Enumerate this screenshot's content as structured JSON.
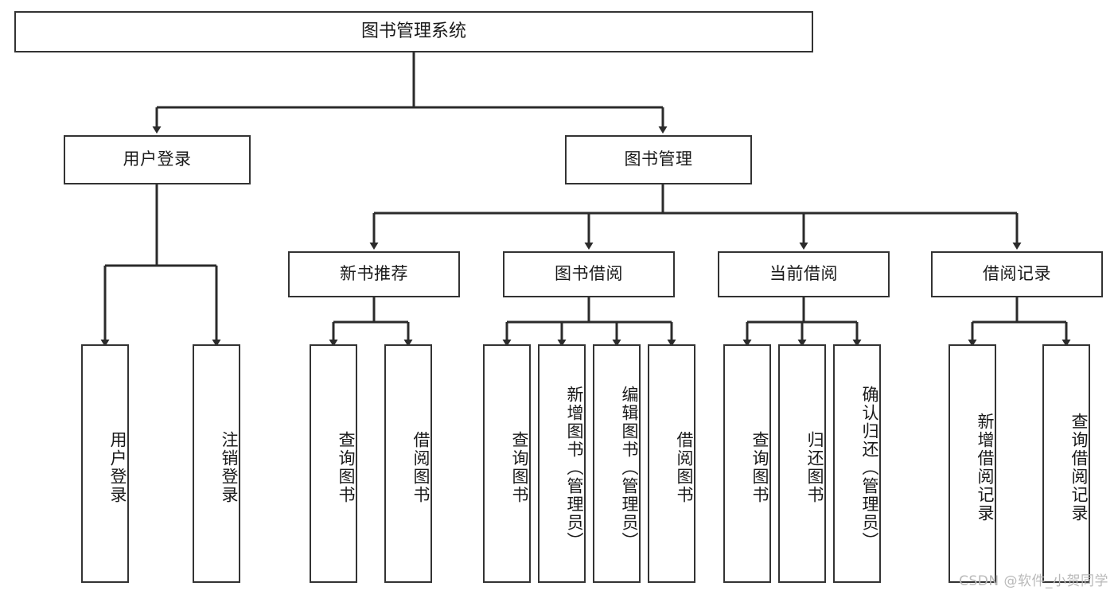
{
  "diagram": {
    "title": "图书管理系统",
    "type": "hierarchy-tree",
    "watermark": "CSDN @软件_小贺同学",
    "colors": {
      "stroke": "#333333",
      "fill": "#ffffff",
      "text": "#1a1a1a",
      "watermark": "#b9b9b9"
    },
    "levels": {
      "root": "图书管理系统",
      "level2": [
        "用户登录",
        "图书管理"
      ],
      "level3": [
        "新书推荐",
        "图书借阅",
        "当前借阅",
        "借阅记录"
      ],
      "level4": [
        "用户登录",
        "注销登录",
        "查询图书",
        "借阅图书",
        "查询图书",
        "新增图书（管理员）",
        "编辑图书（管理员）",
        "借阅图书",
        "查询图书",
        "归还图书",
        "确认归还（管理员）",
        "新增借阅记录",
        "查询借阅记录"
      ]
    },
    "nodes": {
      "root": {
        "label": "图书管理系统"
      },
      "user_login": {
        "label": "用户登录"
      },
      "book_manage": {
        "label": "图书管理"
      },
      "new_book_rec": {
        "label": "新书推荐"
      },
      "book_borrow": {
        "label": "图书借阅"
      },
      "current_borrow": {
        "label": "当前借阅"
      },
      "borrow_record": {
        "label": "借阅记录"
      },
      "leaf_user_login": {
        "label": "用户登录"
      },
      "leaf_logout": {
        "label": "注销登录"
      },
      "leaf_query_book_1": {
        "label": "查询图书"
      },
      "leaf_borrow_book_1": {
        "label": "借阅图书"
      },
      "leaf_query_book_2": {
        "label": "查询图书"
      },
      "leaf_add_book": {
        "label": "新增图书（管理员）"
      },
      "leaf_edit_book": {
        "label": "编辑图书（管理员）"
      },
      "leaf_borrow_book_2": {
        "label": "借阅图书"
      },
      "leaf_query_book_3": {
        "label": "查询图书"
      },
      "leaf_return_book": {
        "label": "归还图书"
      },
      "leaf_confirm_return": {
        "label": "确认归还（管理员）"
      },
      "leaf_add_record": {
        "label": "新增借阅记录"
      },
      "leaf_query_record": {
        "label": "查询借阅记录"
      }
    },
    "edges": [
      {
        "from": "root",
        "to": "user_login"
      },
      {
        "from": "root",
        "to": "book_manage"
      },
      {
        "from": "user_login",
        "to": "leaf_user_login"
      },
      {
        "from": "user_login",
        "to": "leaf_logout"
      },
      {
        "from": "book_manage",
        "to": "new_book_rec"
      },
      {
        "from": "book_manage",
        "to": "book_borrow"
      },
      {
        "from": "book_manage",
        "to": "current_borrow"
      },
      {
        "from": "book_manage",
        "to": "borrow_record"
      },
      {
        "from": "new_book_rec",
        "to": "leaf_query_book_1"
      },
      {
        "from": "new_book_rec",
        "to": "leaf_borrow_book_1"
      },
      {
        "from": "book_borrow",
        "to": "leaf_query_book_2"
      },
      {
        "from": "book_borrow",
        "to": "leaf_add_book"
      },
      {
        "from": "book_borrow",
        "to": "leaf_edit_book"
      },
      {
        "from": "book_borrow",
        "to": "leaf_borrow_book_2"
      },
      {
        "from": "current_borrow",
        "to": "leaf_query_book_3"
      },
      {
        "from": "current_borrow",
        "to": "leaf_return_book"
      },
      {
        "from": "current_borrow",
        "to": "leaf_confirm_return"
      },
      {
        "from": "borrow_record",
        "to": "leaf_add_record"
      },
      {
        "from": "borrow_record",
        "to": "leaf_query_record"
      }
    ]
  }
}
